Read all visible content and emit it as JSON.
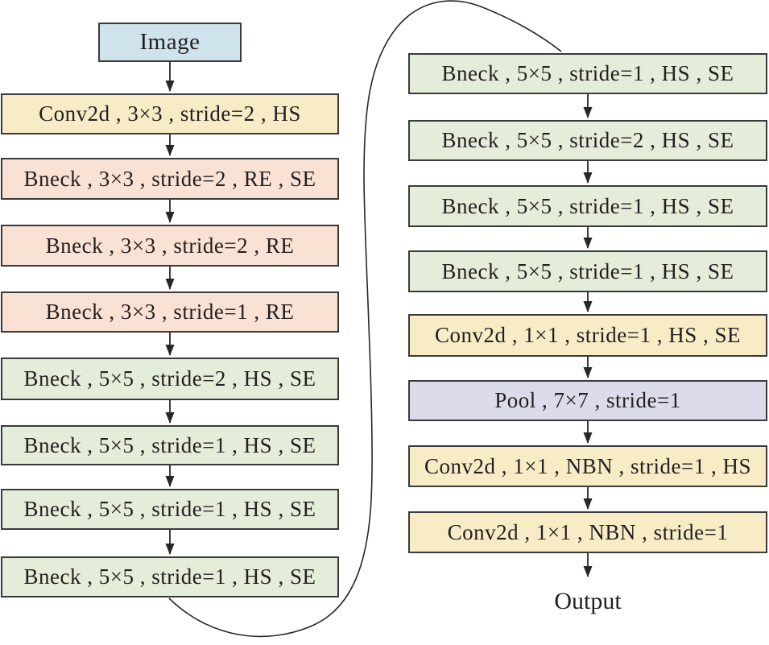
{
  "palette": {
    "input": "#cfe3ec",
    "conv": "#f8ecc6",
    "bneck_re": "#f9e1d3",
    "bneck_hs": "#e3edd9",
    "pool": "#dcdbe9",
    "border": "#3a3a3a",
    "text": "#231f20",
    "line": "#2a2627"
  },
  "left_column": {
    "input": {
      "label": "Image"
    },
    "boxes": [
      {
        "label": "Conv2d , 3×3 , stride=2 , HS",
        "type": "conv"
      },
      {
        "label": "Bneck , 3×3 , stride=2 , RE , SE",
        "type": "bneck_re"
      },
      {
        "label": "Bneck , 3×3 , stride=2 , RE",
        "type": "bneck_re"
      },
      {
        "label": "Bneck , 3×3 , stride=1 , RE",
        "type": "bneck_re"
      },
      {
        "label": "Bneck , 5×5 , stride=2 , HS , SE",
        "type": "bneck_hs"
      },
      {
        "label": "Bneck , 5×5 , stride=1 , HS , SE",
        "type": "bneck_hs"
      },
      {
        "label": "Bneck , 5×5 , stride=1 , HS , SE",
        "type": "bneck_hs"
      },
      {
        "label": "Bneck , 5×5 , stride=1 , HS , SE",
        "type": "bneck_hs"
      }
    ]
  },
  "right_column": {
    "boxes": [
      {
        "label": "Bneck , 5×5 , stride=1 , HS , SE",
        "type": "bneck_hs"
      },
      {
        "label": "Bneck , 5×5 , stride=2 , HS , SE",
        "type": "bneck_hs"
      },
      {
        "label": "Bneck , 5×5 , stride=1 , HS , SE",
        "type": "bneck_hs"
      },
      {
        "label": "Bneck , 5×5 , stride=1 , HS , SE",
        "type": "bneck_hs"
      },
      {
        "label": "Conv2d , 1×1 , stride=1 , HS , SE",
        "type": "conv"
      },
      {
        "label": "Pool , 7×7 , stride=1",
        "type": "pool"
      },
      {
        "label": "Conv2d , 1×1 , NBN , stride=1 , HS",
        "type": "conv"
      },
      {
        "label": "Conv2d , 1×1 , NBN , stride=1",
        "type": "conv"
      }
    ],
    "output": {
      "label": "Output"
    }
  }
}
